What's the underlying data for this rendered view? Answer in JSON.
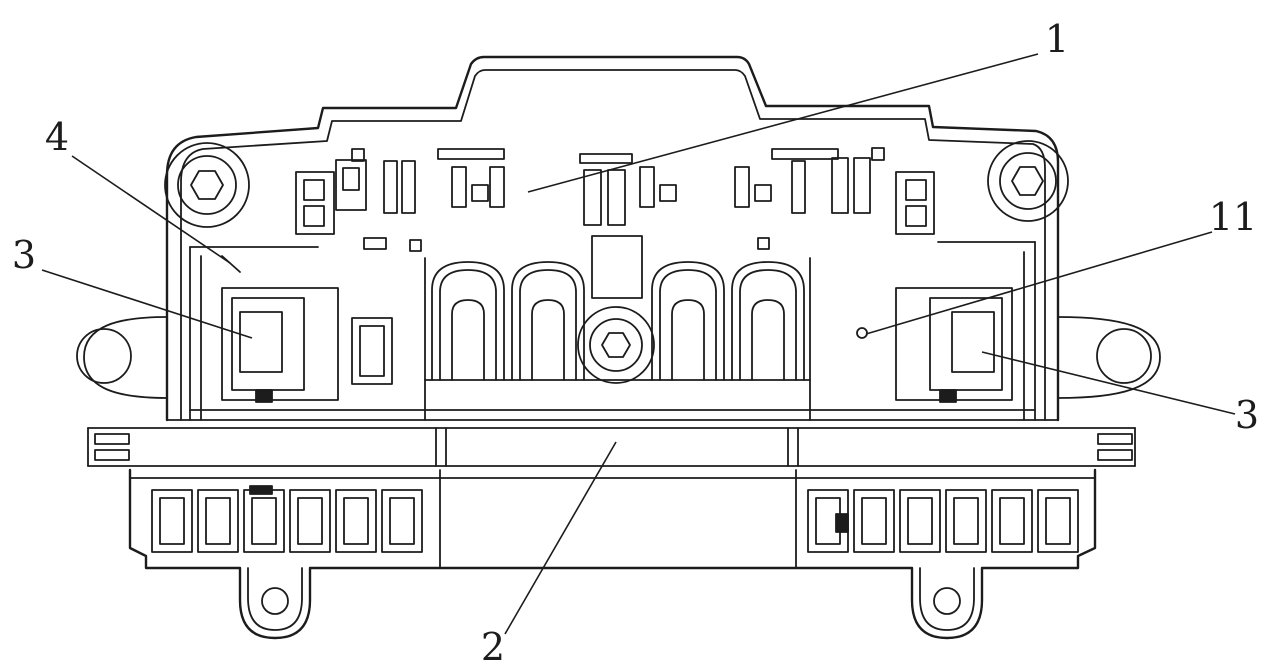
{
  "colors": {
    "ink": "#1c1c1c",
    "background": "#ffffff"
  },
  "figure": {
    "callouts": [
      {
        "label": "1"
      },
      {
        "label": "4"
      },
      {
        "label": "3"
      },
      {
        "label": "11"
      },
      {
        "label": "3"
      },
      {
        "label": "2"
      }
    ]
  }
}
